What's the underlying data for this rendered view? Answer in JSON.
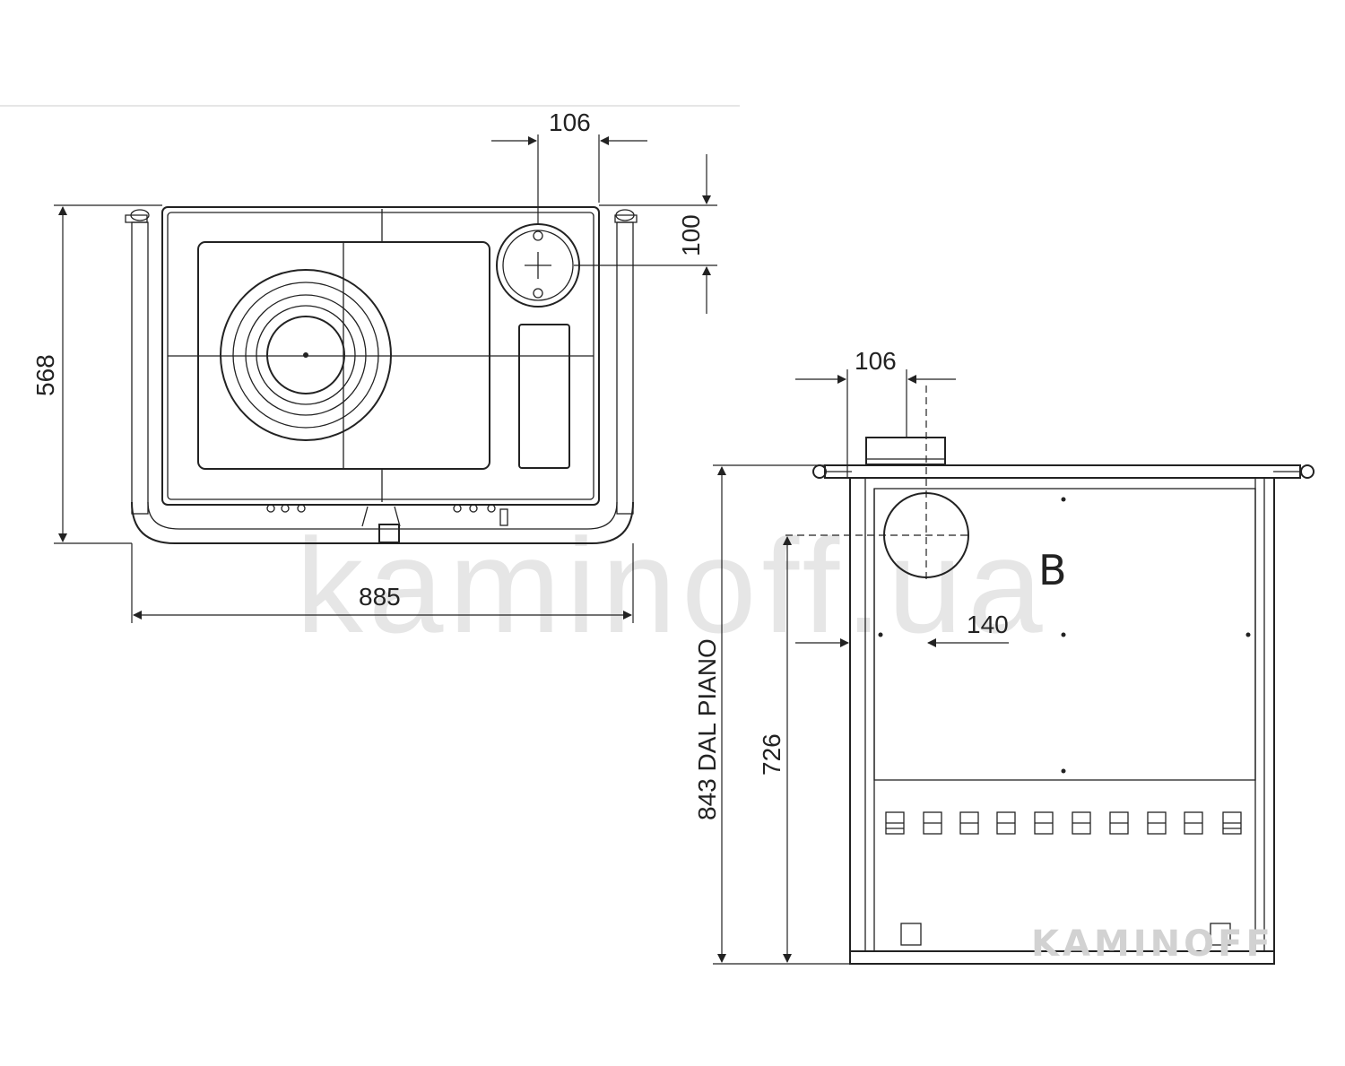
{
  "watermark": {
    "text": "kaminoff.ua",
    "logo_text": "KAMINOFF"
  },
  "top_view": {
    "dim_top_flue_width": "106",
    "dim_flue_offset": "100",
    "dim_depth": "568",
    "dim_width": "885"
  },
  "side_view": {
    "dim_top_flue_width": "106",
    "dim_flue_side_offset": "140",
    "dim_height_total": "843 DAL PIANO",
    "dim_flue_height": "726",
    "face_label": "B"
  }
}
